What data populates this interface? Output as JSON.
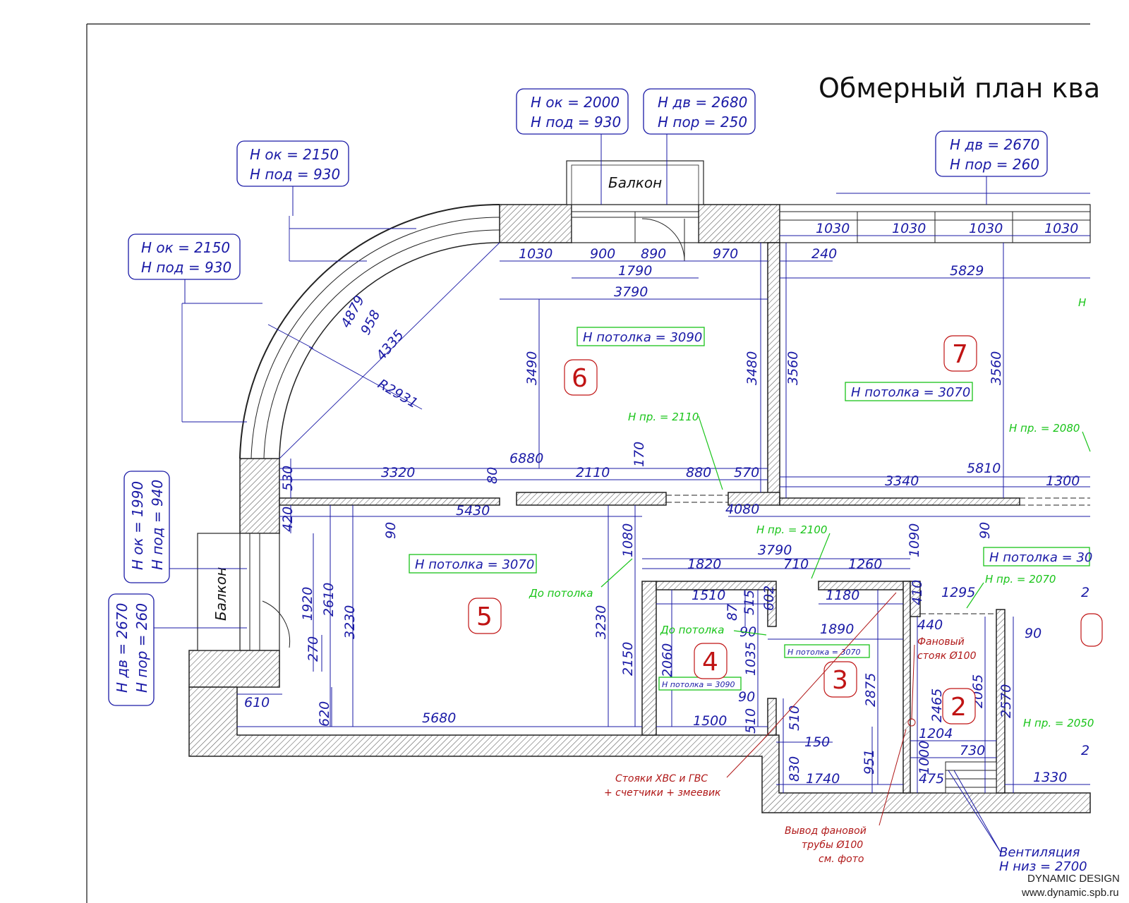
{
  "title": "Обмерный план ква",
  "watermark": {
    "line1": "DYNAMIC DESIGN",
    "line2": "www.dynamic.spb.ru"
  },
  "rooms": [
    "6",
    "7",
    "5",
    "4",
    "3",
    "2"
  ],
  "balcony_label": "Балкон",
  "callouts": {
    "ok2000": [
      "H ок = 2000",
      "H под = 930"
    ],
    "dv2680": [
      "H дв = 2680",
      "H пор = 250"
    ],
    "ok2150a": [
      "H ок = 2150",
      "H под = 930"
    ],
    "ok2150b": [
      "H ок = 2150",
      "H под = 930"
    ],
    "dv2670top": [
      "H дв = 2670",
      "H пор = 260"
    ],
    "ok1990": [
      "H ок = 1990",
      "H под = 940"
    ],
    "dv2670left": [
      "H дв = 2670",
      "H пор = 260"
    ]
  },
  "ceilings": {
    "r6": "H потолка = 3090",
    "r7": "H потолка = 3070",
    "r5": "H потолка = 3070",
    "r4": "H потолка = 3090",
    "r3": "H потолка = 3070",
    "r2": "H потолка = 30"
  },
  "openings": {
    "p2110": "H пр. = 2110",
    "p2080": "H пр. = 2080",
    "p2100": "H пр. = 2100",
    "p2070": "H пр. = 2070",
    "p2050": "H пр. = 2050",
    "h_edge": "H"
  },
  "green_notes": {
    "do_potolka_a": "До потолка",
    "do_potolka_b": "До потолка"
  },
  "red_notes": {
    "fan_riser": [
      "Фановый",
      "стояк Ø100"
    ],
    "risers": [
      "Стояки ХВС и ГВС",
      "+ счетчики + змеевик"
    ],
    "fan_pipe": [
      "Вывод фановой",
      "трубы Ø100",
      "см. фото"
    ]
  },
  "vent_note": [
    "Вентиляция",
    "H низ = 2700"
  ],
  "dims": {
    "d1030a": "1030",
    "d1030b": "1030",
    "d1030c": "1030",
    "d1030d": "1030",
    "d1030e": "1030",
    "d900": "900",
    "d890": "890",
    "d970": "970",
    "d1790": "1790",
    "d3790a": "3790",
    "d240": "240",
    "d5829": "5829",
    "d4879": "4879",
    "d958": "958",
    "d4335": "4335",
    "dR": "R2931",
    "d3490": "3490",
    "d3480": "3480",
    "d3560a": "3560",
    "d3560b": "3560",
    "d6880": "6880",
    "d170": "170",
    "d530": "530",
    "d3320": "3320",
    "d80": "80",
    "d2110": "2110",
    "d880": "880",
    "d570": "570",
    "d3340": "3340",
    "d5810": "5810",
    "d1300": "1300",
    "d420": "420",
    "d5430": "5430",
    "d90a": "90",
    "d1080": "1080",
    "d4080": "4080",
    "d1090": "1090",
    "d90b": "90",
    "d3790b": "3790",
    "d1820": "1820",
    "d710": "710",
    "d1260": "1260",
    "d1510": "1510",
    "d87": "87",
    "d515": "515",
    "d602": "602",
    "d1180": "1180",
    "d410": "410",
    "d1295": "1295",
    "d2edge": "2",
    "d440": "440",
    "d90c": "90",
    "d1890": "1890",
    "d90d": "90",
    "d1920": "1920",
    "d2610": "2610",
    "d3230a": "3230",
    "d3230b": "3230",
    "d270": "270",
    "d2150": "2150",
    "d2060": "2060",
    "d1035": "1035",
    "d2875": "2875",
    "d2465": "2465",
    "d2065": "2065",
    "d2570": "2570",
    "d610": "610",
    "d620": "620",
    "d5680": "5680",
    "d90e": "90",
    "d1500": "1500",
    "d510a": "510",
    "d510b": "510",
    "d150": "150",
    "d1204": "1204",
    "d730": "730",
    "d2edge2": "2",
    "d951": "951",
    "d1000": "1000",
    "d830": "830",
    "d1740": "1740",
    "d475": "475",
    "d1330": "1330"
  }
}
